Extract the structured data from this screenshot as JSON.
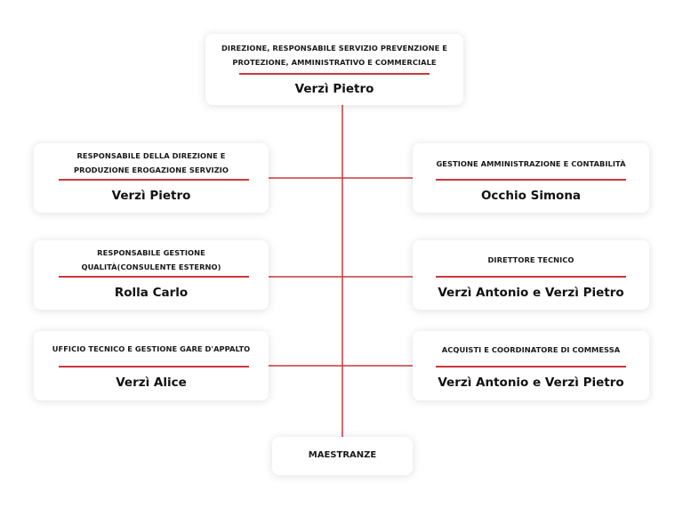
{
  "colors": {
    "accent": "#c8393d"
  },
  "top": {
    "role": "DIREZIONE, RESPONSABILE SERVIZIO PREVENZIONE E PROTEZIONE, AMMINISTRATIVO E COMMERCIALE",
    "name": "Verzì Pietro"
  },
  "left": [
    {
      "role": "RESPONSABILE DELLA DIREZIONE E PRODUZIONE EROGAZIONE SERVIZIO",
      "name": "Verzì Pietro"
    },
    {
      "role": "RESPONSABILE GESTIONE QUALITÀ(CONSULENTE ESTERNO)",
      "name": "Rolla Carlo"
    },
    {
      "role": "UFFICIO TECNICO E GESTIONE GARE D'APPALTO",
      "name": "Verzì Alice"
    }
  ],
  "right": [
    {
      "role": "GESTIONE AMMINISTRAZIONE E CONTABILITÀ",
      "name": "Occhio Simona"
    },
    {
      "role": "DIRETTORE TECNICO",
      "name": "Verzì Antonio e Verzì Pietro"
    },
    {
      "role": "ACQUISTI E COORDINATORE DI COMMESSA",
      "name": "Verzì Antonio e Verzì Pietro"
    }
  ],
  "bottom": {
    "label": "MAESTRANZE"
  }
}
